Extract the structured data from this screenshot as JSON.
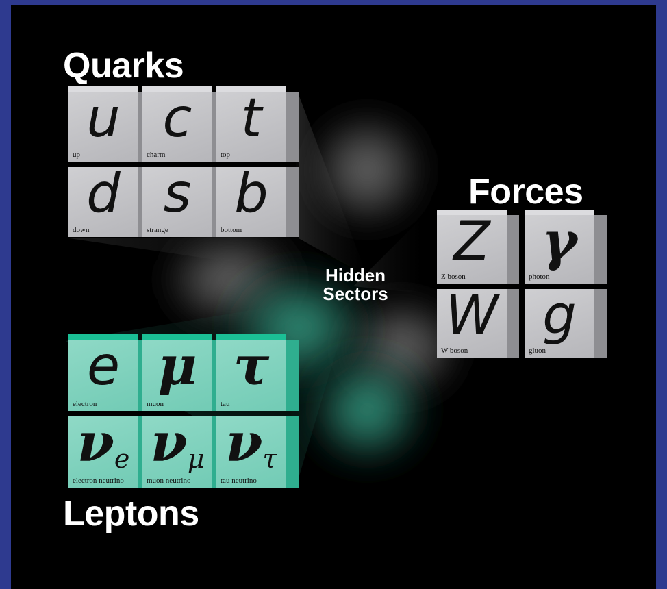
{
  "diagram": {
    "colors": {
      "border": "#2e3a8f",
      "background": "#000000",
      "quark_cube": "#c4c4c7",
      "force_cube": "#c4c4c7",
      "lepton_cube": "#80d2bd",
      "lepton_cube_side": "#1bbf95"
    },
    "center_label_lines": [
      "Hidden",
      "Sectors"
    ],
    "groups": {
      "quarks": {
        "title": "Quarks",
        "cells": [
          {
            "symbol": "u",
            "name": "up"
          },
          {
            "symbol": "c",
            "name": "charm"
          },
          {
            "symbol": "t",
            "name": "top"
          },
          {
            "symbol": "d",
            "name": "down"
          },
          {
            "symbol": "s",
            "name": "strange"
          },
          {
            "symbol": "b",
            "name": "bottom"
          }
        ]
      },
      "forces": {
        "title": "Forces",
        "cells": [
          {
            "symbol": "Z",
            "name": "Z boson"
          },
          {
            "symbol": "γ",
            "name": "photon"
          },
          {
            "symbol": "W",
            "name": "W boson"
          },
          {
            "symbol": "g",
            "name": "gluon"
          }
        ]
      },
      "leptons": {
        "title": "Leptons",
        "cells": [
          {
            "symbol": "e",
            "sub": "",
            "name": "electron"
          },
          {
            "symbol": "μ",
            "sub": "",
            "name": "muon"
          },
          {
            "symbol": "τ",
            "sub": "",
            "name": "tau"
          },
          {
            "symbol": "ν",
            "sub": "e",
            "name": "electron neutrino"
          },
          {
            "symbol": "ν",
            "sub": "μ",
            "name": "muon neutrino"
          },
          {
            "symbol": "ν",
            "sub": "τ",
            "name": "tau neutrino"
          }
        ]
      }
    }
  }
}
